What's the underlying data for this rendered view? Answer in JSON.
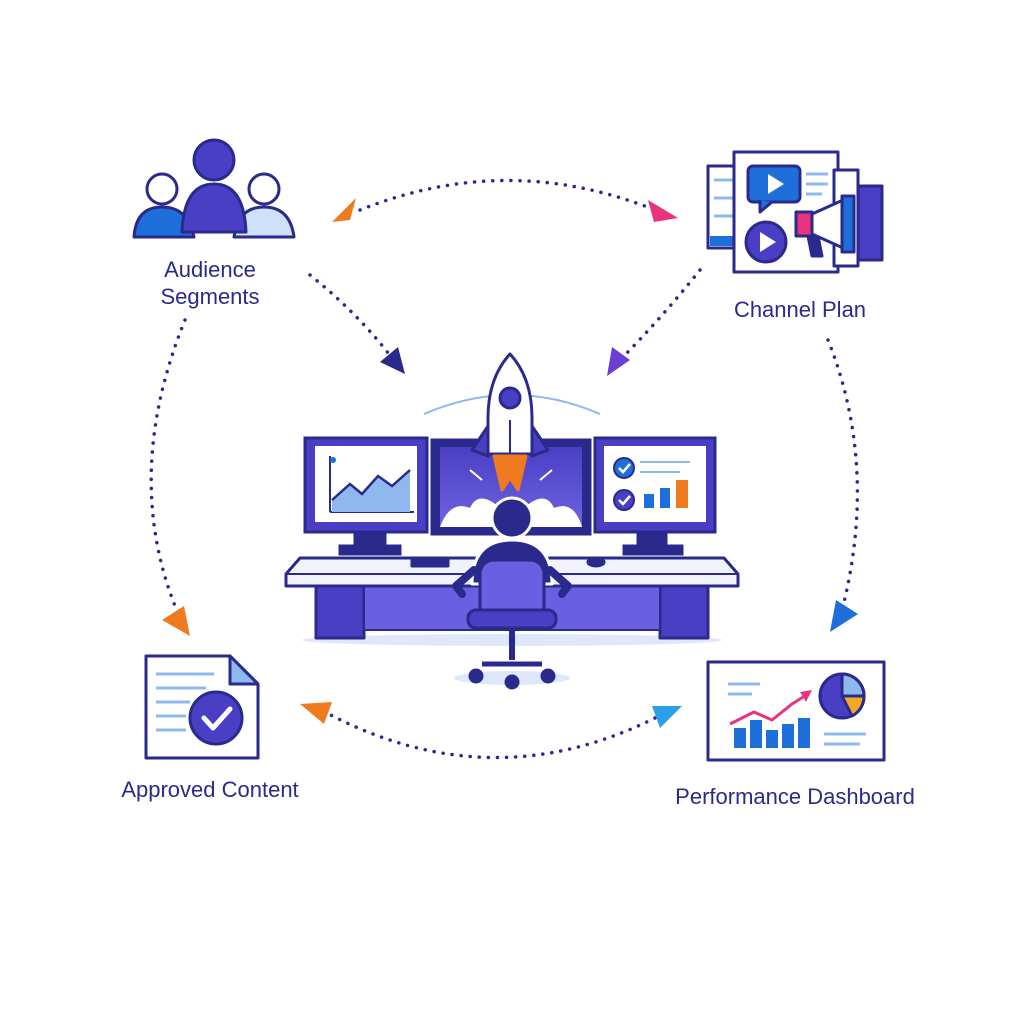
{
  "nodes": {
    "audience_segments": {
      "label": "Audience Segments"
    },
    "channel_plan": {
      "label": "Channel Plan"
    },
    "approved_content": {
      "label": "Approved Content"
    },
    "performance_dashboard": {
      "label": "Performance Dashboard"
    }
  },
  "colors": {
    "primary": "#2a2a8c",
    "indigo": "#4a3fc4",
    "blue": "#1e6fd9",
    "light_blue": "#8fb8ef",
    "orange": "#f07a1f",
    "pink": "#e8347f",
    "purple": "#6a3fd1"
  },
  "icons": {
    "center": "rocket-launch-control-desk-icon",
    "audience": "people-group-icon",
    "channel": "media-megaphone-icon",
    "approved": "checked-document-icon",
    "performance": "dashboard-chart-icon"
  }
}
